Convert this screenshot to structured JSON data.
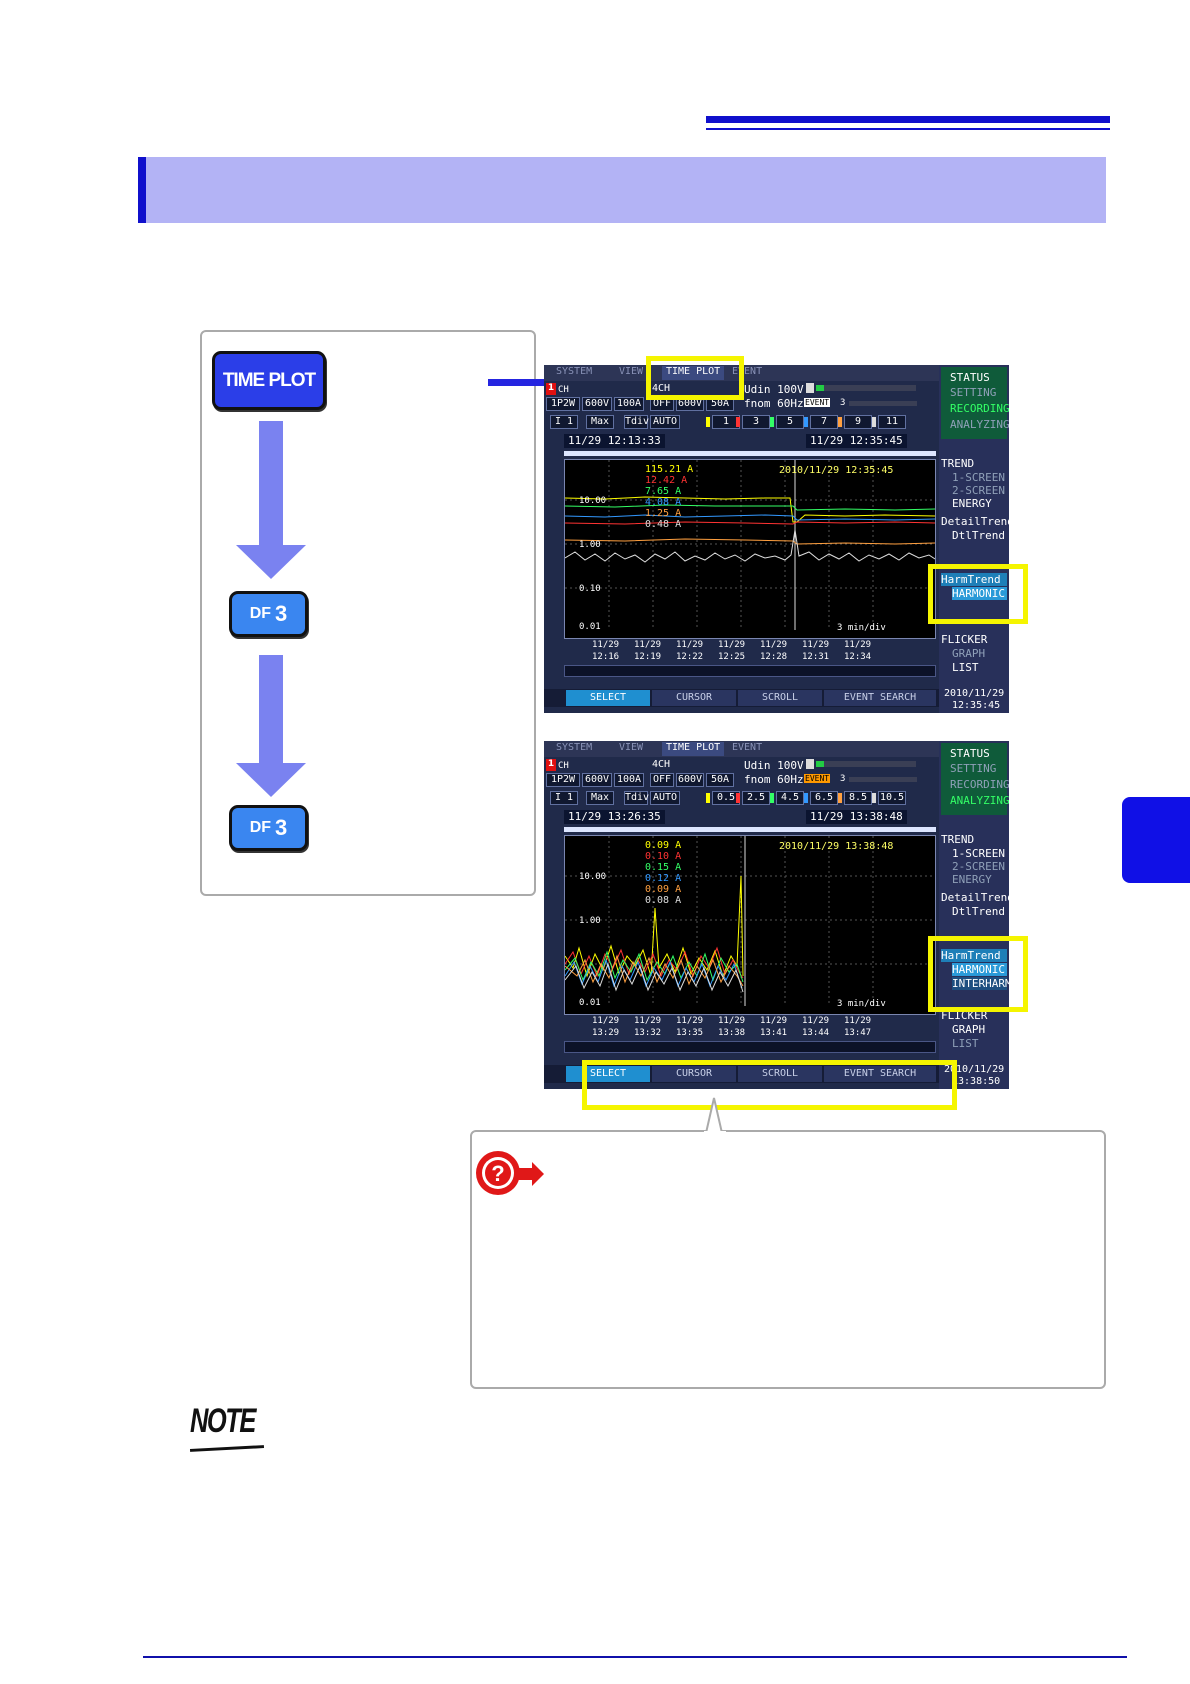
{
  "keys": {
    "time_plot": "TIME PLOT",
    "df_prefix": "DF",
    "df_number": "3"
  },
  "screen1": {
    "tabs": [
      "SYSTEM",
      "VIEW",
      "TIME PLOT",
      "EVENT"
    ],
    "ch_badge": "1",
    "ch_label": "CH",
    "ch2_label": "4CH",
    "row1": [
      "1P2W",
      "600V",
      "100A",
      "OFF",
      "600V",
      "50A"
    ],
    "udin": "Udin 100V",
    "fnom": "fnom  60Hz",
    "event_badge": "EVENT",
    "event_count": "3",
    "row2": [
      "I 1",
      "Max",
      "Tdiv",
      "AUTO"
    ],
    "orders": [
      "1",
      "3",
      "5",
      "7",
      "9",
      "11"
    ],
    "time_start": "11/29 12:13:33",
    "time_end": "11/29 12:35:45",
    "cursor_stamp": "2010/11/29 12:35:45",
    "readouts": [
      "115.21 A",
      "12.42 A",
      "7.65 A",
      "4.08 A",
      "1.25 A",
      "0.48 A"
    ],
    "readout_colors": [
      "#ffff00",
      "#ff3333",
      "#33ff66",
      "#3399ff",
      "#ffa040",
      "#dddddd"
    ],
    "y_labels": [
      "10.00",
      "1.00",
      "0.10",
      "0.01"
    ],
    "div_label": "3 min/div",
    "x_labels": [
      [
        "11/29",
        "12:16"
      ],
      [
        "11/29",
        "12:19"
      ],
      [
        "11/29",
        "12:22"
      ],
      [
        "11/29",
        "12:25"
      ],
      [
        "11/29",
        "12:28"
      ],
      [
        "11/29",
        "12:31"
      ],
      [
        "11/29",
        "12:34"
      ]
    ],
    "side_status": [
      "STATUS",
      "SETTING",
      "RECORDING",
      "ANALYZING"
    ],
    "side_trend": [
      "TREND",
      "1-SCREEN",
      "2-SCREEN",
      "ENERGY"
    ],
    "side_detail": [
      "DetailTrend",
      "DtlTrend"
    ],
    "side_harm": [
      "HarmTrend",
      "HARMONIC"
    ],
    "side_flicker": [
      "FLICKER",
      "GRAPH",
      "LIST"
    ],
    "side_datetime": [
      "2010/11/29",
      "12:35:45"
    ],
    "bottom_buttons": [
      "SELECT",
      "CURSOR",
      "SCROLL",
      "EVENT SEARCH"
    ]
  },
  "screen2": {
    "tabs": [
      "SYSTEM",
      "VIEW",
      "TIME PLOT",
      "EVENT"
    ],
    "ch_badge": "1",
    "ch_label": "CH",
    "ch2_label": "4CH",
    "row1": [
      "1P2W",
      "600V",
      "100A",
      "OFF",
      "600V",
      "50A"
    ],
    "udin": "Udin 100V",
    "fnom": "fnom  60Hz",
    "event_badge": "EVENT",
    "event_count": "3",
    "row2": [
      "I 1",
      "Max",
      "Tdiv",
      "AUTO"
    ],
    "orders": [
      "0.5",
      "2.5",
      "4.5",
      "6.5",
      "8.5",
      "10.5"
    ],
    "time_start": "11/29 13:26:35",
    "time_end": "11/29 13:38:48",
    "cursor_stamp": "2010/11/29 13:38:48",
    "readouts": [
      "0.09 A",
      "0.10 A",
      "0.15 A",
      "0.12 A",
      "0.09 A",
      "0.08 A"
    ],
    "readout_colors": [
      "#ffff00",
      "#ff3333",
      "#33ff66",
      "#3399ff",
      "#ffa040",
      "#dddddd"
    ],
    "y_labels": [
      "10.00",
      "1.00",
      "0.01"
    ],
    "div_label": "3 min/div",
    "x_labels": [
      [
        "11/29",
        "13:29"
      ],
      [
        "11/29",
        "13:32"
      ],
      [
        "11/29",
        "13:35"
      ],
      [
        "11/29",
        "13:38"
      ],
      [
        "11/29",
        "13:41"
      ],
      [
        "11/29",
        "13:44"
      ],
      [
        "11/29",
        "13:47"
      ]
    ],
    "side_status": [
      "STATUS",
      "SETTING",
      "RECORDING",
      "ANALYZING"
    ],
    "side_trend": [
      "TREND",
      "1-SCREEN",
      "2-SCREEN",
      "ENERGY"
    ],
    "side_detail": [
      "DetailTrend",
      "DtlTrend"
    ],
    "side_harm": [
      "HarmTrend",
      "HARMONIC",
      "INTERHARM"
    ],
    "side_flicker": [
      "FLICKER",
      "GRAPH",
      "LIST"
    ],
    "side_datetime": [
      "2010/11/29",
      "13:38:50"
    ],
    "bottom_buttons": [
      "SELECT",
      "CURSOR",
      "SCROLL",
      "EVENT SEARCH"
    ]
  },
  "note_label": "NOTE",
  "colors": {
    "accent_blue": "#1010cc",
    "title_band": "#b3b3f5",
    "highlight_yellow": "#f5f500",
    "key_blue": "#2b3ee8",
    "arrow_lavender": "#7a82f0"
  }
}
